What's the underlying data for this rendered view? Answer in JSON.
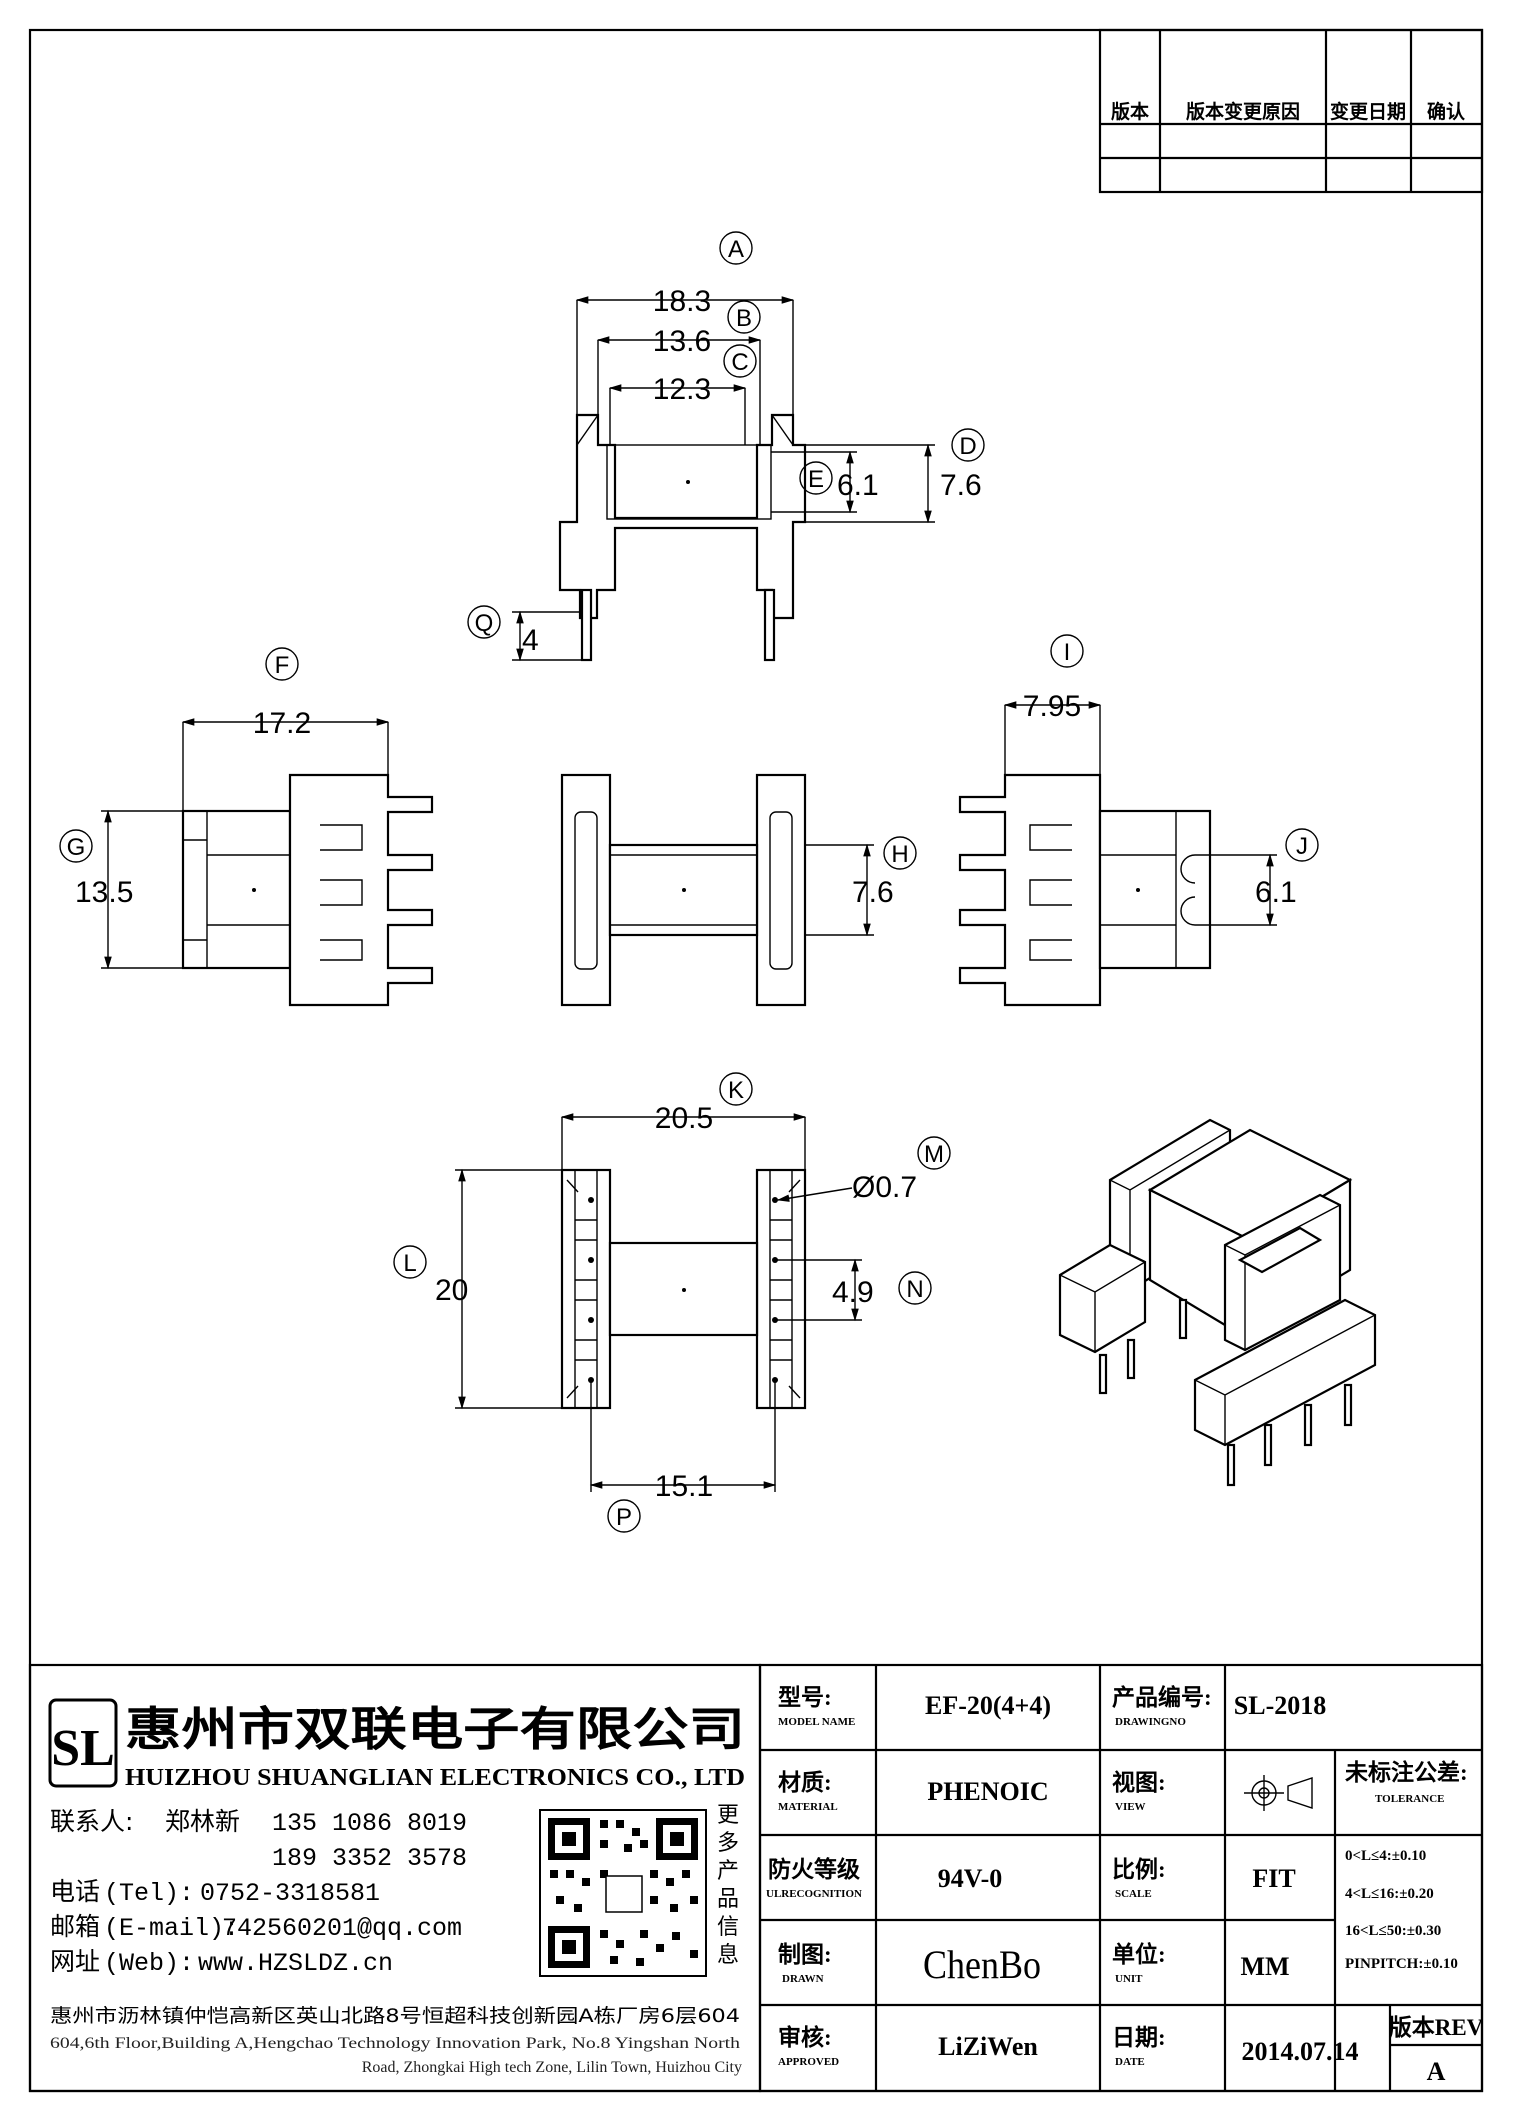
{
  "revision_table": {
    "headers": [
      "版本",
      "版本变更原因",
      "变更日期",
      "确认"
    ]
  },
  "drawing": {
    "callouts": [
      "A",
      "B",
      "C",
      "D",
      "E",
      "Q",
      "F",
      "G",
      "H",
      "I",
      "J",
      "K",
      "L",
      "M",
      "N",
      "P"
    ],
    "dimensions": {
      "A": "18.3",
      "B": "13.6",
      "C": "12.3",
      "D": "7.6",
      "E": "6.1",
      "Q": "4",
      "F": "17.2",
      "G": "13.5",
      "H": "7.6",
      "I": "7.95",
      "J": "6.1",
      "K": "20.5",
      "L": "20",
      "M": "Ø0.7",
      "N": "4.9",
      "P": "15.1"
    }
  },
  "company": {
    "logo_letters": "SL",
    "name_cn": "惠州市双联电子有限公司",
    "name_en": "HUIZHOU SHUANGLIAN ELECTRONICS CO., LTD",
    "contact_label": "联系人:",
    "contact_name": "郑林新",
    "phone1": "135 1086 8019",
    "phone2": "189 3352 3578",
    "tel_label": "电话",
    "tel_sub": "(Tel):",
    "tel": "0752-3318581",
    "email_label": "邮箱",
    "email_sub": "(E-mail):",
    "email": "742560201@qq.com",
    "web_label": "网址",
    "web_sub": "(Web):",
    "web": "www.HZSLDZ.cn",
    "qr_caption": "更多产品信息",
    "address_cn": "惠州市沥林镇仲恺高新区英山北路8号恒超科技创新园A栋厂房6层604",
    "address_en_1": "604,6th Floor,Building A,Hengchao Technology Innovation Park, No.8 Yingshan North",
    "address_en_2": "Road, Zhongkai High tech Zone, Lilin Town, Huizhou City"
  },
  "title_block": {
    "model_label": "型号:",
    "model_label_en": "MODEL NAME",
    "model": "EF-20(4+4)",
    "drawing_no_label": "产品编号:",
    "drawing_no_label_en": "DRAWINGNO",
    "drawing_no": "SL-2018",
    "material_label": "材质:",
    "material_label_en": "MATERIAL",
    "material": "PHENOIC",
    "view_label": "视图:",
    "view_label_en": "VIEW",
    "tolerance_label": "未标注公差:",
    "tolerance_label_en": "TOLERANCE",
    "tolerances": [
      "0<L≤4:±0.10",
      "4<L≤16:±0.20",
      "16<L≤50:±0.30",
      "PINPITCH:±0.10"
    ],
    "flame_label": "防火等级",
    "flame_label_en": "ULRECOGNITION",
    "flame": "94V-0",
    "scale_label": "比例:",
    "scale_label_en": "SCALE",
    "scale": "FIT",
    "drawn_label": "制图:",
    "drawn_label_en": "DRAWN",
    "drawn": "ChenBo",
    "unit_label": "单位:",
    "unit_label_en": "UNIT",
    "unit": "MM",
    "approved_label": "审核:",
    "approved_label_en": "APPROVED",
    "approved": "LiZiWen",
    "date_label": "日期:",
    "date_label_en": "DATE",
    "date": "2014.07.14",
    "rev_label": "版本REV",
    "rev": "A"
  }
}
